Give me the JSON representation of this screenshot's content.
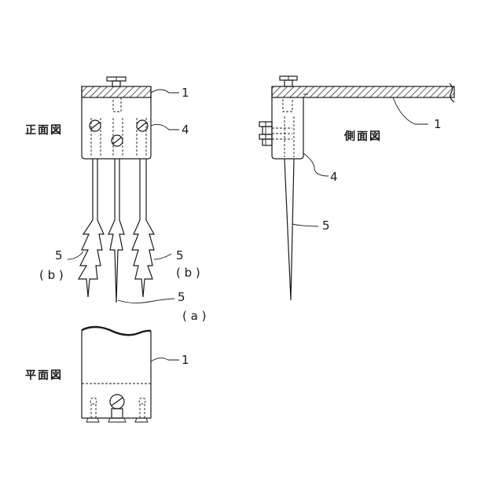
{
  "views": {
    "front_title": "正面図",
    "side_title": "側面図",
    "plan_title": "平面図"
  },
  "labels": {
    "front_plate": "1",
    "front_block": "4",
    "front_needle_b_left": "5",
    "front_needle_b_left_sub": "( b )",
    "front_needle_b_right": "5",
    "front_needle_b_right_sub": "( b )",
    "front_needle_a": "5",
    "front_needle_a_sub": "( a )",
    "side_plate": "1",
    "side_block": "4",
    "side_needle": "5",
    "plan_plate": "1"
  }
}
